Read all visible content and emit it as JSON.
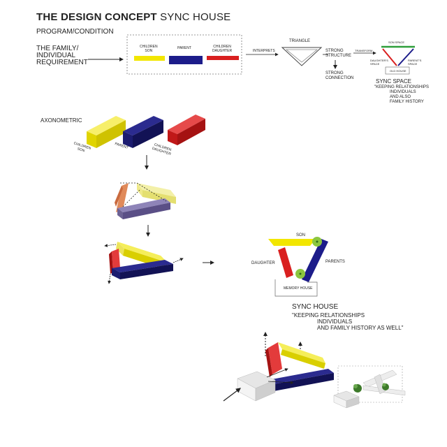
{
  "header": {
    "title_bold": "THE DESIGN CONCEPT",
    "title_regular": "SYNC HOUSE",
    "section": "PROGRAM/CONDITION"
  },
  "program": {
    "requirement": [
      "THE FAMILY/",
      "INDIVIDUAL",
      "REQUIREMENT"
    ],
    "members": [
      {
        "label": [
          "CHILDREN",
          "SON"
        ],
        "color": "#f2e600"
      },
      {
        "label": [
          "PARENT"
        ],
        "color": "#1c1c8a"
      },
      {
        "label": [
          "CHILDREN",
          "DAUGHTER"
        ],
        "color": "#d91f1f"
      }
    ],
    "interprets": "INTERPRETS",
    "triangle": "TRIANGLE",
    "strong_structure": [
      "STRONG",
      "STRUCTURE"
    ],
    "strong_connection": [
      "STRONG",
      "CONNECTION"
    ],
    "transform": "TRANSFORM"
  },
  "sync_space": {
    "son_space": "SON SPACE",
    "daughters_space": [
      "DAUGHTER'S",
      "SPACE"
    ],
    "parents_space": [
      "PARENT'S",
      "SPACE"
    ],
    "old_house": "OLD HOUSE",
    "title": "SYNC SPACE",
    "caption": [
      "\"KEEPING RELATIONSHIPS",
      "INDIVIDUALS",
      "AND ALSO",
      "FAMILY HISTORY"
    ]
  },
  "axonometric": {
    "label": "AXONOMETRIC",
    "son": [
      "CHILDREN",
      "SON"
    ],
    "parent": "PARENT",
    "daughter": [
      "CHILDREN",
      "DAUGHTER"
    ]
  },
  "sync_house": {
    "son": "SON",
    "daughter": "DAUGHTER",
    "parents": "PARENTS",
    "memory_house": "MEMORY HOUSE",
    "title": "SYNC HOUSE",
    "caption": [
      "\"KEEPING RELATIONSHIPS",
      "INDIVIDUALS",
      "AND FAMILY HISTORY AS WELL\""
    ]
  },
  "colors": {
    "yellow": "#f2e600",
    "navy": "#1c1c8a",
    "red": "#d91f1f",
    "green": "#2e9e3a",
    "lime": "#8cc63f"
  }
}
